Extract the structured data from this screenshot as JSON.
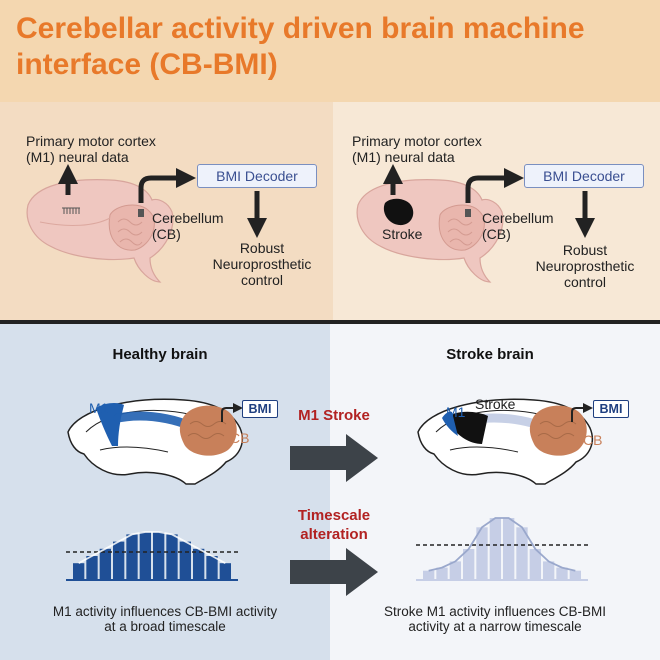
{
  "title": "Cerebellar activity driven brain machine interface (CB-BMI)",
  "top_left": {
    "m1_label": "Primary motor cortex\n(M1) neural data",
    "decoder": "BMI Decoder",
    "cb_label": "Cerebellum\n(CB)",
    "output": "Robust\nNeuroprosthetic\ncontrol"
  },
  "top_right": {
    "m1_label": "Primary motor cortex\n(M1) neural data",
    "decoder": "BMI Decoder",
    "cb_label": "Cerebellum\n(CB)",
    "stroke_label": "Stroke",
    "output": "Robust\nNeuroprosthetic\ncontrol"
  },
  "healthy": {
    "heading": "Healthy brain",
    "m1": "M1",
    "cb": "CB",
    "bmi": "BMI",
    "caption": "M1 activity influences CB-BMI activity\nat a broad timescale"
  },
  "stroke": {
    "heading": "Stroke brain",
    "m1": "M1",
    "stroke_label": "Stroke",
    "cb": "CB",
    "bmi": "BMI",
    "caption": "Stroke M1 activity influences CB-BMI\nactivity at a narrow timescale"
  },
  "transition": {
    "label1": "M1 Stroke",
    "label2": "Timescale\nalteration"
  },
  "colors": {
    "title": "#e8792a",
    "m1_blue": "#1f5fb0",
    "cb_brown": "#c8805a",
    "transition_red": "#b22222",
    "arrow_gray": "#3d4349"
  },
  "activity": {
    "healthy_bars": [
      0.35,
      0.5,
      0.65,
      0.8,
      0.95,
      1.0,
      1.0,
      0.95,
      0.8,
      0.65,
      0.5,
      0.35
    ],
    "stroke_bars": [
      0.15,
      0.2,
      0.3,
      0.5,
      0.85,
      1.0,
      1.0,
      0.85,
      0.5,
      0.3,
      0.2,
      0.15
    ],
    "threshold": 0.5
  }
}
